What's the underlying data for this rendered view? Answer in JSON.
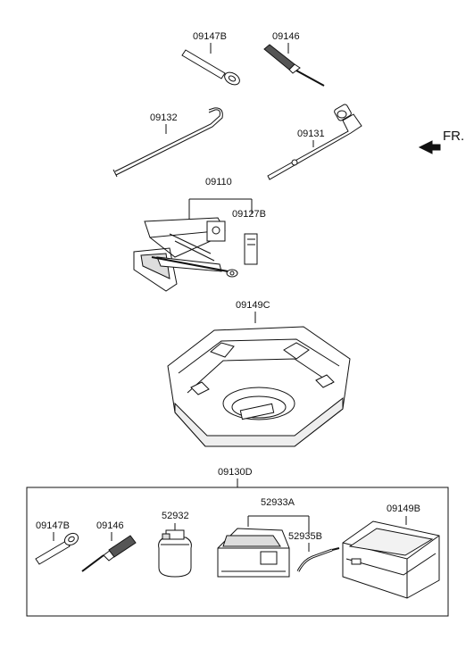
{
  "labels": {
    "top_wrench": "09147B",
    "top_screwdriver": "09146",
    "jack_handle": "09132",
    "lug_wrench": "09131",
    "jack_assembly": "09110",
    "jack_label": "09127B",
    "tray": "09149C",
    "kit_box": "09130D",
    "kit_wrench": "09147B",
    "kit_screwdriver": "09146",
    "kit_bottle": "52932",
    "kit_compressor": "52933A",
    "kit_hose": "52935B",
    "kit_case": "09149B"
  },
  "direction": {
    "text": "FR."
  },
  "colors": {
    "line": "#111111",
    "fill": "#ffffff",
    "shade": "#d9d9d9",
    "dark": "#555555"
  }
}
